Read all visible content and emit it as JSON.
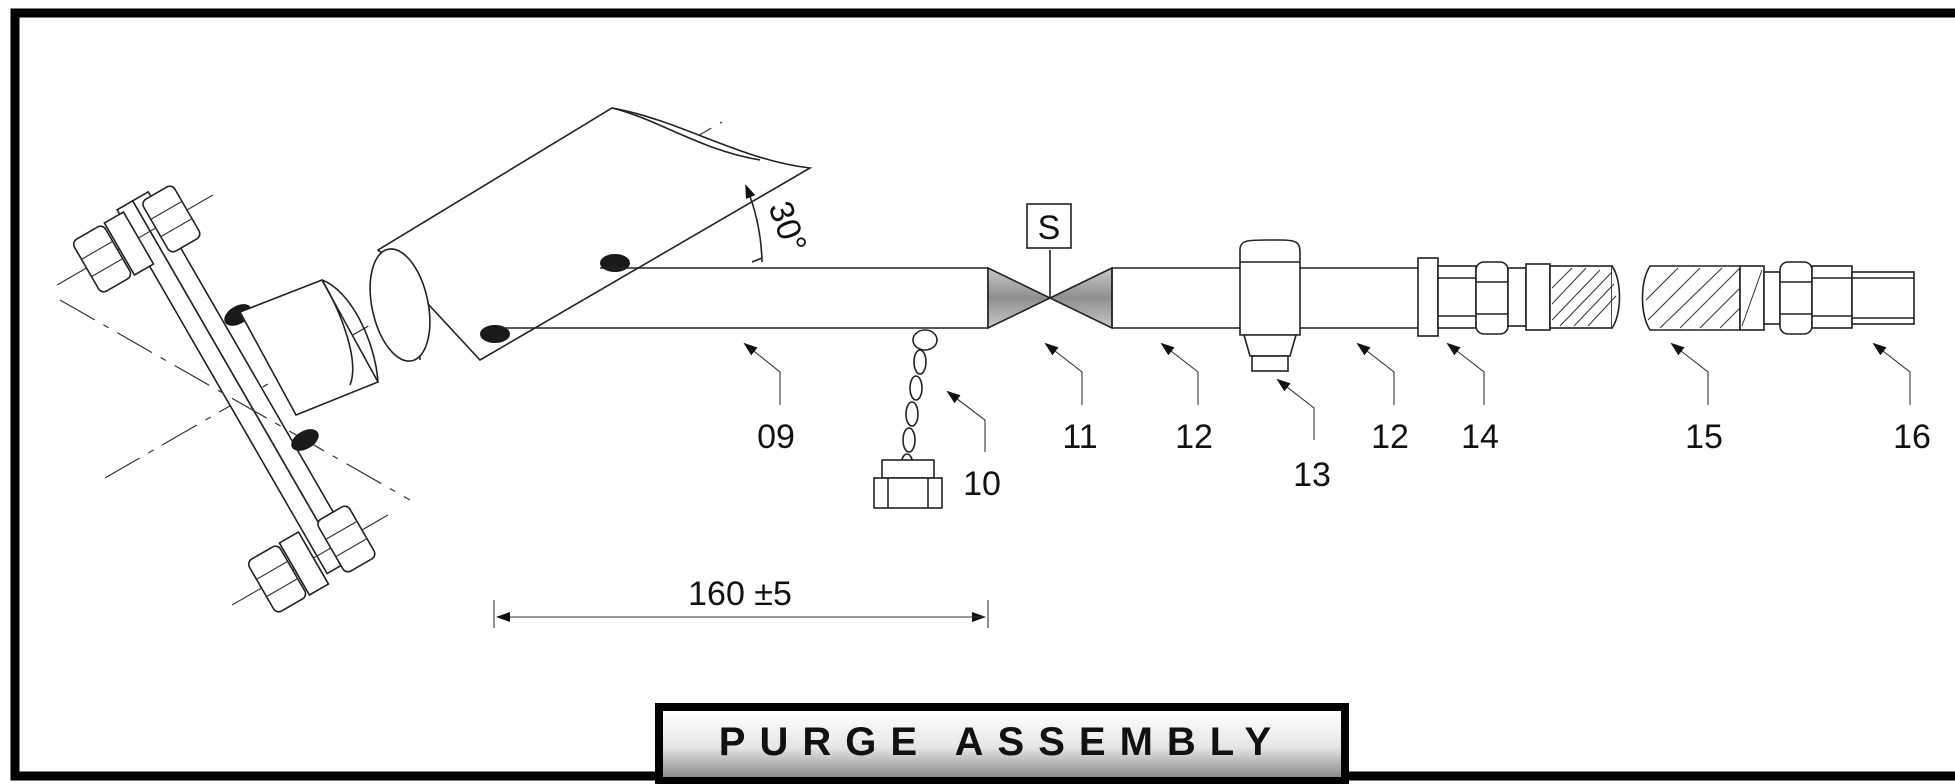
{
  "drawing": {
    "title": "PURGE ASSEMBLY",
    "angle_label": "30°",
    "dimension_label": "160 ±5",
    "solenoid_label": "S"
  },
  "callouts": [
    {
      "id": "09",
      "text": "09"
    },
    {
      "id": "10",
      "text": "10"
    },
    {
      "id": "11",
      "text": "11"
    },
    {
      "id": "12a",
      "text": "12"
    },
    {
      "id": "13",
      "text": "13"
    },
    {
      "id": "12b",
      "text": "12"
    },
    {
      "id": "14",
      "text": "14"
    },
    {
      "id": "15",
      "text": "15"
    },
    {
      "id": "16",
      "text": "16"
    }
  ],
  "colors": {
    "line": "#222222",
    "frame": "#000000",
    "weld": "#1a1a1a",
    "valve_fill": "#9a9a9a",
    "title_gradient_light": "#ffffff",
    "title_gradient_dark": "#8a8a8a"
  }
}
